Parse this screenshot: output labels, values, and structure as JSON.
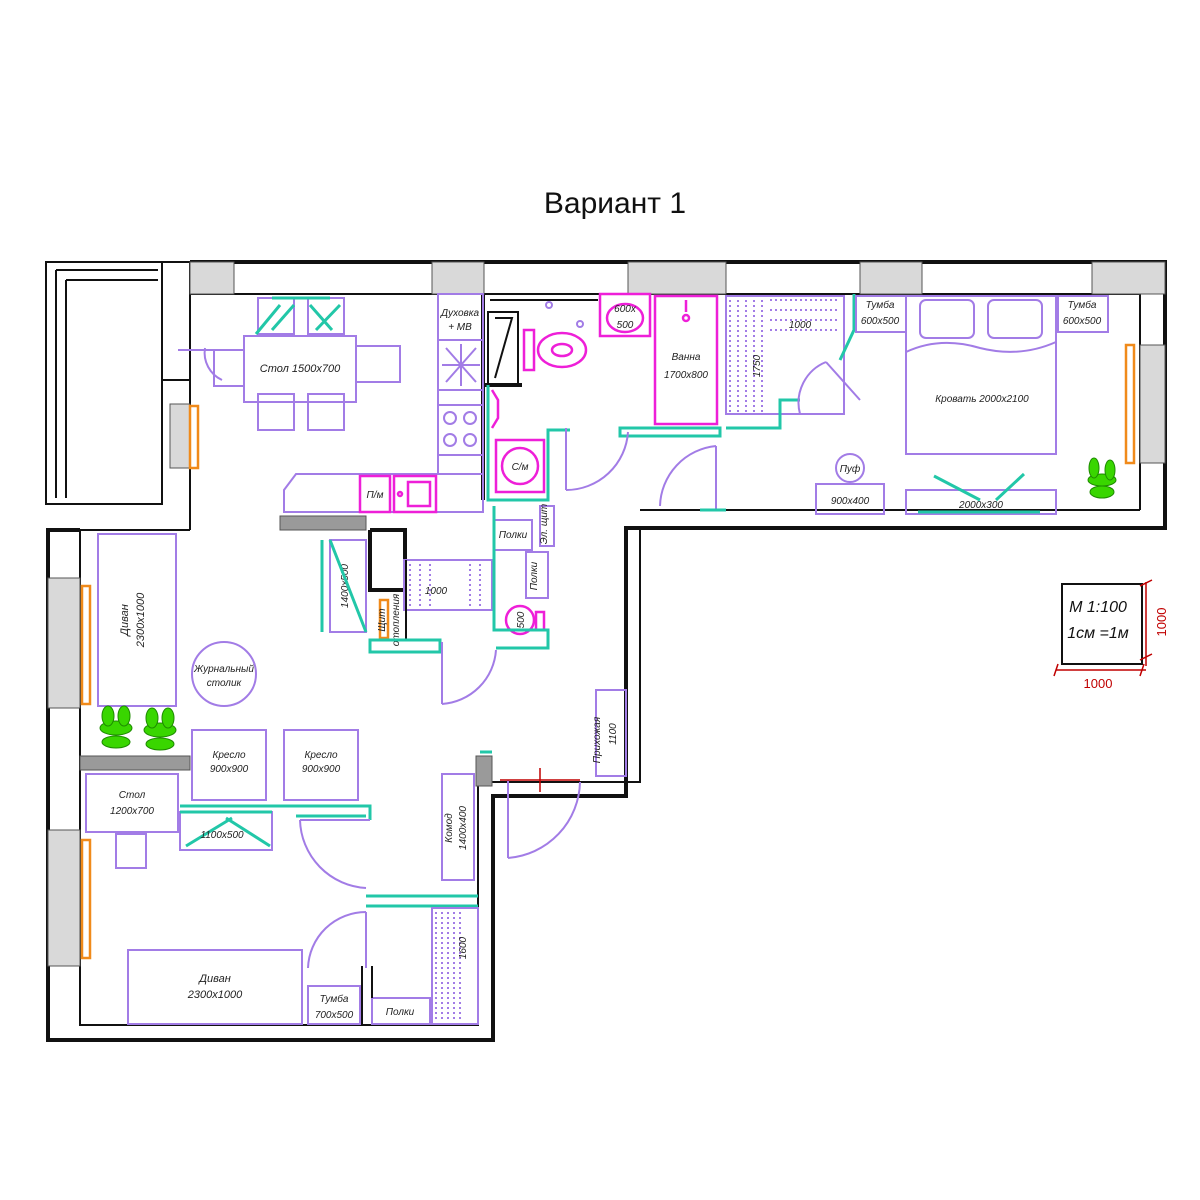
{
  "title": "Вариант 1",
  "scale": {
    "line1": "М 1:100",
    "line2": "1см =1м",
    "dim_h": "1000",
    "dim_v": "1000"
  },
  "labels": {
    "table_kitchen": "Стол 1500х700",
    "oven_1": "Духовка",
    "oven_2": "+ МВ",
    "dishwasher": "П/м",
    "sofa_living_1": "Диван",
    "sofa_living_2": "2300х1000",
    "coffee_table_1": "Журнальный",
    "coffee_table_2": "столик",
    "armchair1_1": "Кресло",
    "armchair1_2": "900х900",
    "armchair2_1": "Кресло",
    "armchair2_2": "900х900",
    "wardrobe_living": "1400х500",
    "shelf_dim": "1000",
    "heating_1": "Щит",
    "heating_2": "отопления",
    "shelves_1": "Полки",
    "shelves_2": "Полки",
    "el_panel": "Эл. щит",
    "toilet2_dim": "500",
    "washer": "С/м",
    "sink_1": "600х",
    "sink_2": "500",
    "bath_1": "Ванна",
    "bath_2": "1700х800",
    "wardrobe_dim_h": "1000",
    "wardrobe_dim_v": "1750",
    "nightstand_l_1": "Тумба",
    "nightstand_l_2": "600х500",
    "nightstand_r_1": "Тумба",
    "nightstand_r_2": "600х500",
    "bed": "Кровать 2000х2100",
    "pouf": "Пуф",
    "pouf_dim": "900х400",
    "tv_stand": "2000х300",
    "hallway_1": "Прихожая",
    "hallway_2": "1100",
    "desk_1": "Стол",
    "desk_2": "1200х700",
    "shelf_room2": "1100х500",
    "chest_1": "Комод",
    "chest_2": "1400х400",
    "wardrobe_room2": "1600",
    "sofa_room2_1": "Диван",
    "sofa_room2_2": "2300х1000",
    "nightstand_room2_1": "Тумба",
    "nightstand_room2_2": "700х500",
    "shelves_room2": "Полки"
  }
}
